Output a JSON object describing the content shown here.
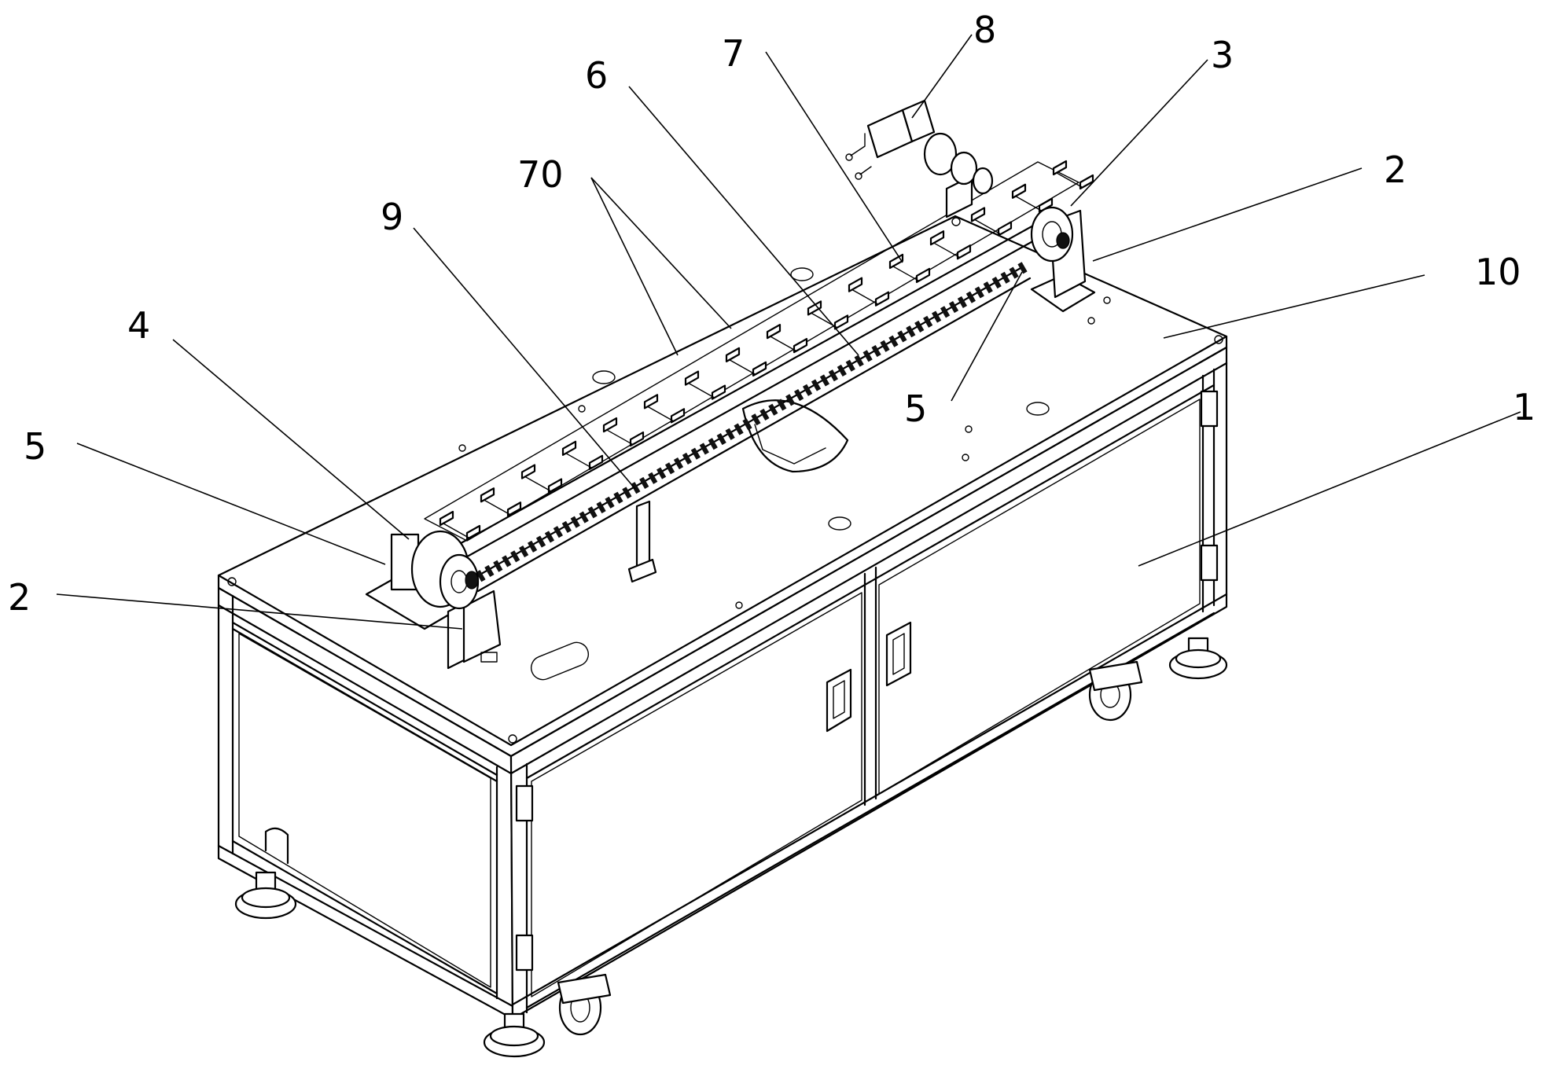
{
  "figure": {
    "callouts": [
      {
        "id": "callout-8",
        "text": "8"
      },
      {
        "id": "callout-3",
        "text": "3"
      },
      {
        "id": "callout-7",
        "text": "7"
      },
      {
        "id": "callout-6",
        "text": "6"
      },
      {
        "id": "callout-70",
        "text": "70"
      },
      {
        "id": "callout-9",
        "text": "9"
      },
      {
        "id": "callout-2-right",
        "text": "2"
      },
      {
        "id": "callout-10",
        "text": "10"
      },
      {
        "id": "callout-4",
        "text": "4"
      },
      {
        "id": "callout-5-left",
        "text": "5"
      },
      {
        "id": "callout-5-right",
        "text": "5"
      },
      {
        "id": "callout-1",
        "text": "1"
      },
      {
        "id": "callout-2-left",
        "text": "2"
      }
    ]
  }
}
